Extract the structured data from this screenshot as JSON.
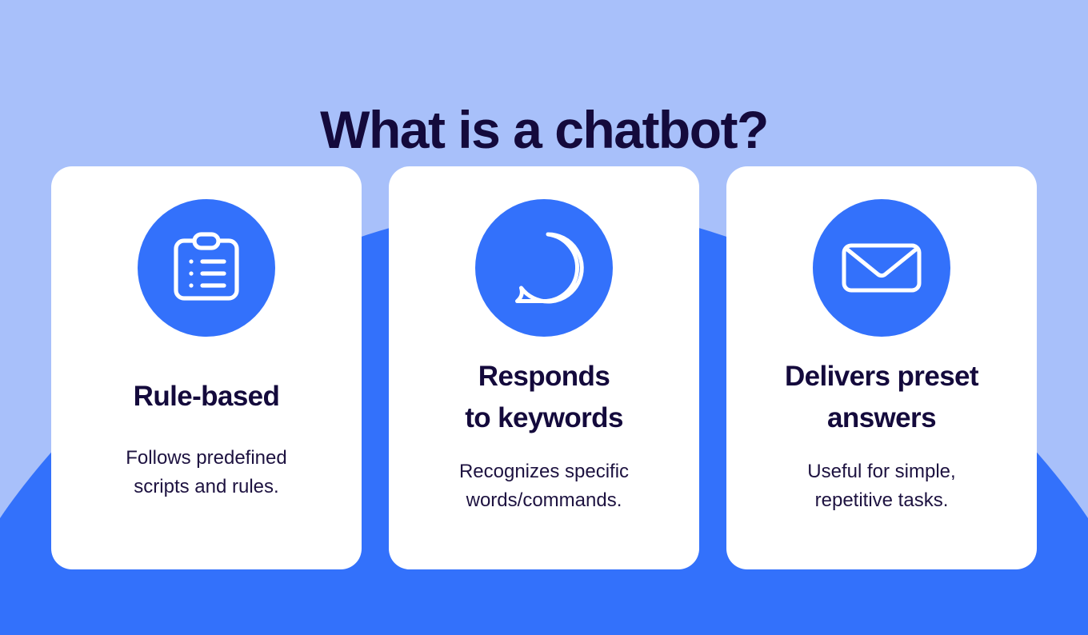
{
  "page": {
    "title": "What is a chatbot?",
    "background_color": "#a8c0fa",
    "accent_color": "#3371fb",
    "text_color": "#140a3c",
    "card_color": "#ffffff"
  },
  "cards": [
    {
      "icon": "clipboard-list-icon",
      "heading": "Rule-based",
      "body": "Follows predefined\nscripts and rules."
    },
    {
      "icon": "speech-bubble-icon",
      "heading": "Responds\nto keywords",
      "body": "Recognizes specific\nwords/commands."
    },
    {
      "icon": "envelope-icon",
      "heading": "Delivers preset\nanswers",
      "body": "Useful for simple,\nrepetitive tasks."
    }
  ]
}
